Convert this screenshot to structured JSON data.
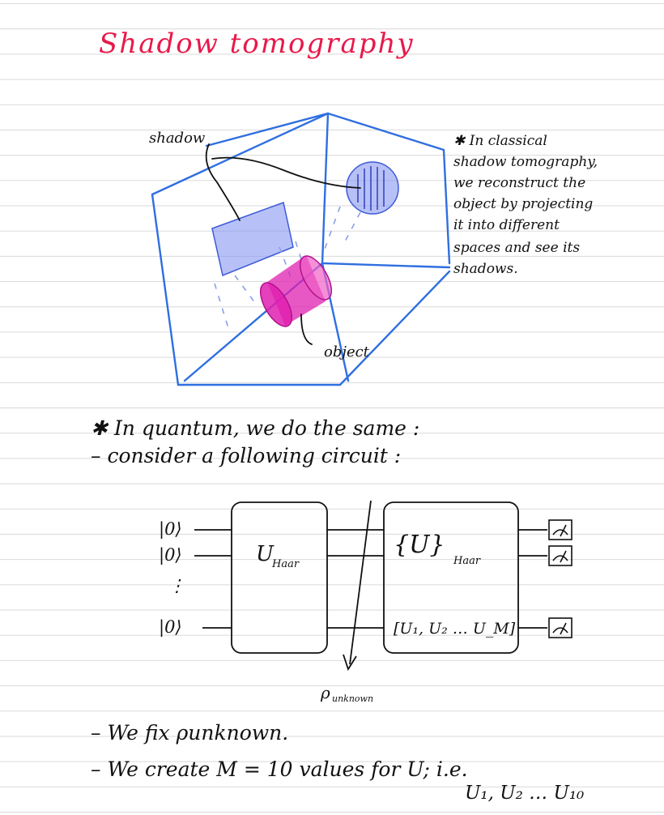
{
  "page": {
    "title": "Shadow tomography",
    "colors": {
      "ink": "#111111",
      "title": "#e8194a",
      "cube": "#2f6fe0",
      "object": "#e020b0",
      "shadow": "#7c8ef0",
      "rule": "#d9d9d9"
    }
  },
  "cube_figure": {
    "shadow_label": "shadow",
    "object_label": "object"
  },
  "side_note": [
    "✱ In classical",
    "shadow tomography,",
    "we reconstruct the",
    "object by projecting",
    "it into different",
    "spaces and see its",
    "shadows."
  ],
  "quantum": {
    "line1": "✱  In quantum, we do the same :",
    "line2": "–  consider a following circuit :"
  },
  "circuit": {
    "inputs": [
      "|0⟩",
      "|0⟩",
      "⋮",
      "|0⟩"
    ],
    "gate_left": "U",
    "gate_left_sub": "Haar",
    "gate_right_set": "{U}",
    "gate_right_sub": "Haar",
    "gate_right_list": "[U₁, U₂ … U_M]",
    "p_label": "ρ",
    "p_sub": "unknown"
  },
  "bullets": {
    "fix": "–   We fix ρunknown.",
    "create": "–   We create M = 10 values for U; i.e.",
    "create_cont": "U₁, U₂ … U₁₀"
  }
}
